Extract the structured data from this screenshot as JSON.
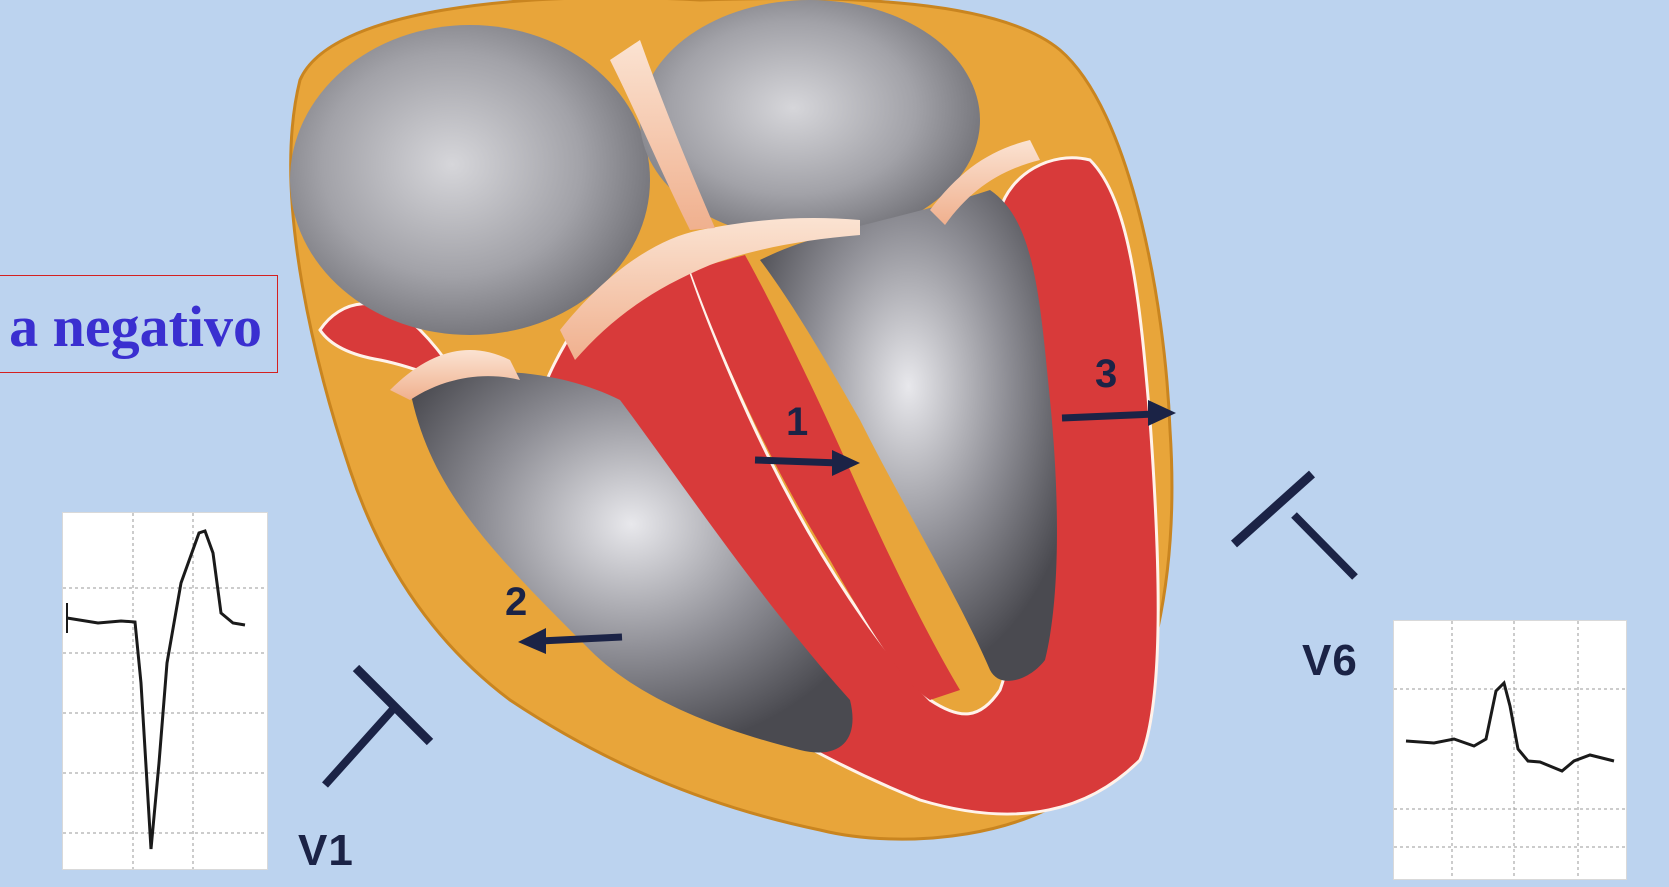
{
  "callout": {
    "text": "a negativo"
  },
  "vectors": [
    {
      "id": "1",
      "label": "1"
    },
    {
      "id": "2",
      "label": "2"
    },
    {
      "id": "3",
      "label": "3"
    }
  ],
  "leads": [
    {
      "id": "v1",
      "label": "V1"
    },
    {
      "id": "v6",
      "label": "V6"
    }
  ],
  "colors": {
    "background": "#bcd3ef",
    "myocardium": "#d83a3a",
    "epicardium": "#e8a53a",
    "arrow": "#1b2346",
    "callout_border": "#d42020",
    "callout_text": "#3a2fd0"
  }
}
